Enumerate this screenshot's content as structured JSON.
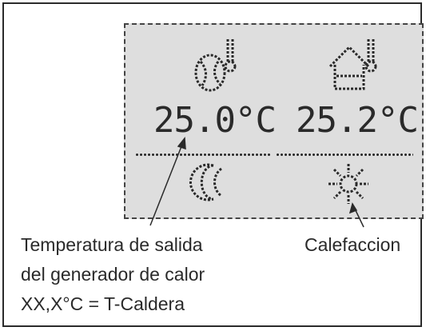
{
  "display": {
    "outlet_temp": "25.0°C",
    "room_temp": "25.2°C",
    "mode_icon_left": "moon-icon",
    "mode_icon_right": "sun-icon"
  },
  "annotations": {
    "left_line1": "Temperatura de salida",
    "left_line2": "del generador de calor",
    "left_line3": "XX,X°C = T-Caldera",
    "right": "Calefaccion"
  },
  "colors": {
    "lcd_bg": "#dedede",
    "lcd_ink": "#2a2a2a"
  }
}
